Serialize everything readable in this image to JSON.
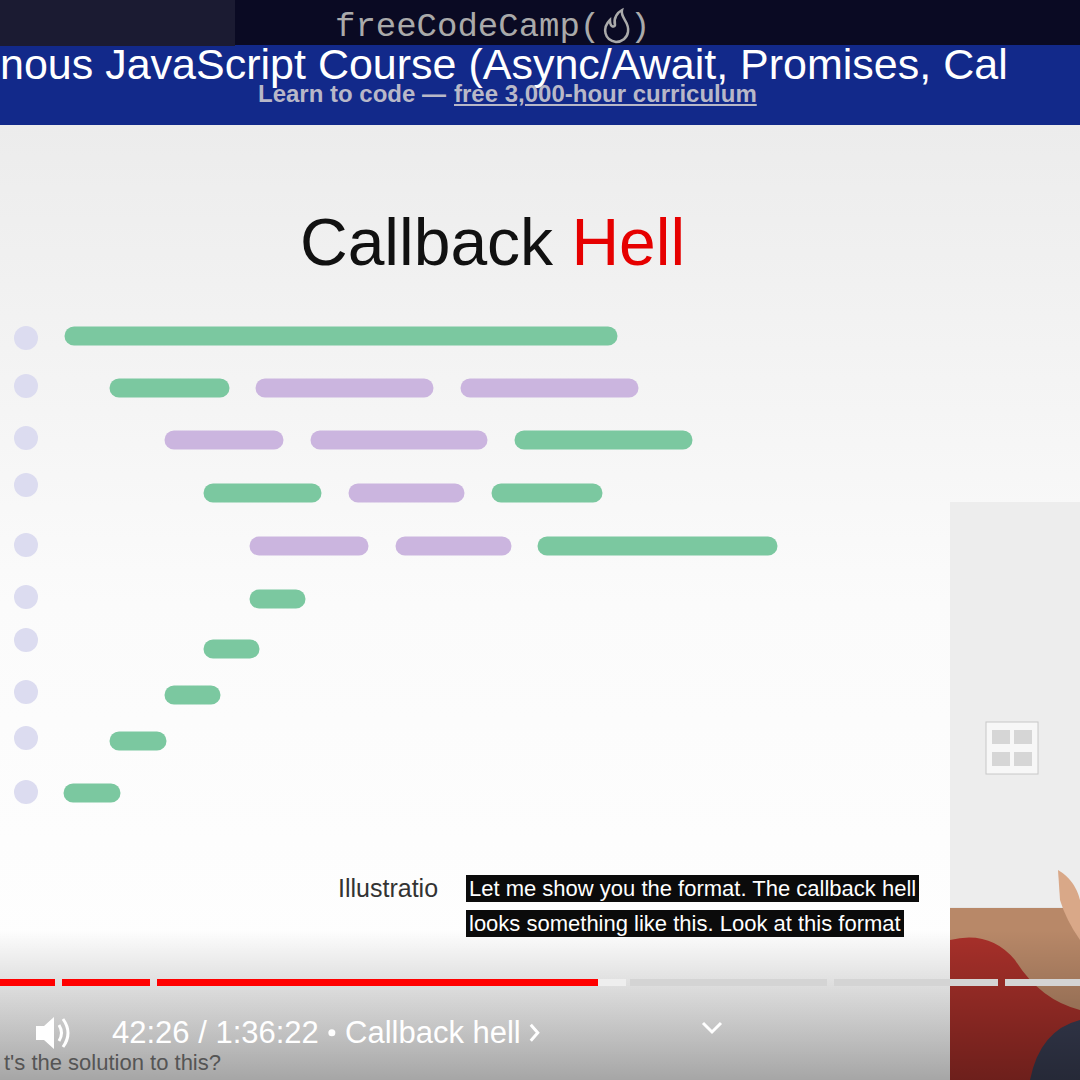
{
  "diagram": {
    "title": "Callback Hell",
    "labels": [
      "freeCodeCamp(",
      ")",
      "nous JavaScript Course (Async/Await, Promises, Cal",
      "Learn to code —",
      "free 3,000-hour curriculum",
      "Illustratio",
      "Let me show you the format. The callback hell",
      "looks something like this. Look at this format",
      "42:26 / 1:36:22",
      "Callback hell",
      "t's the solution to this?"
    ]
  }
}
